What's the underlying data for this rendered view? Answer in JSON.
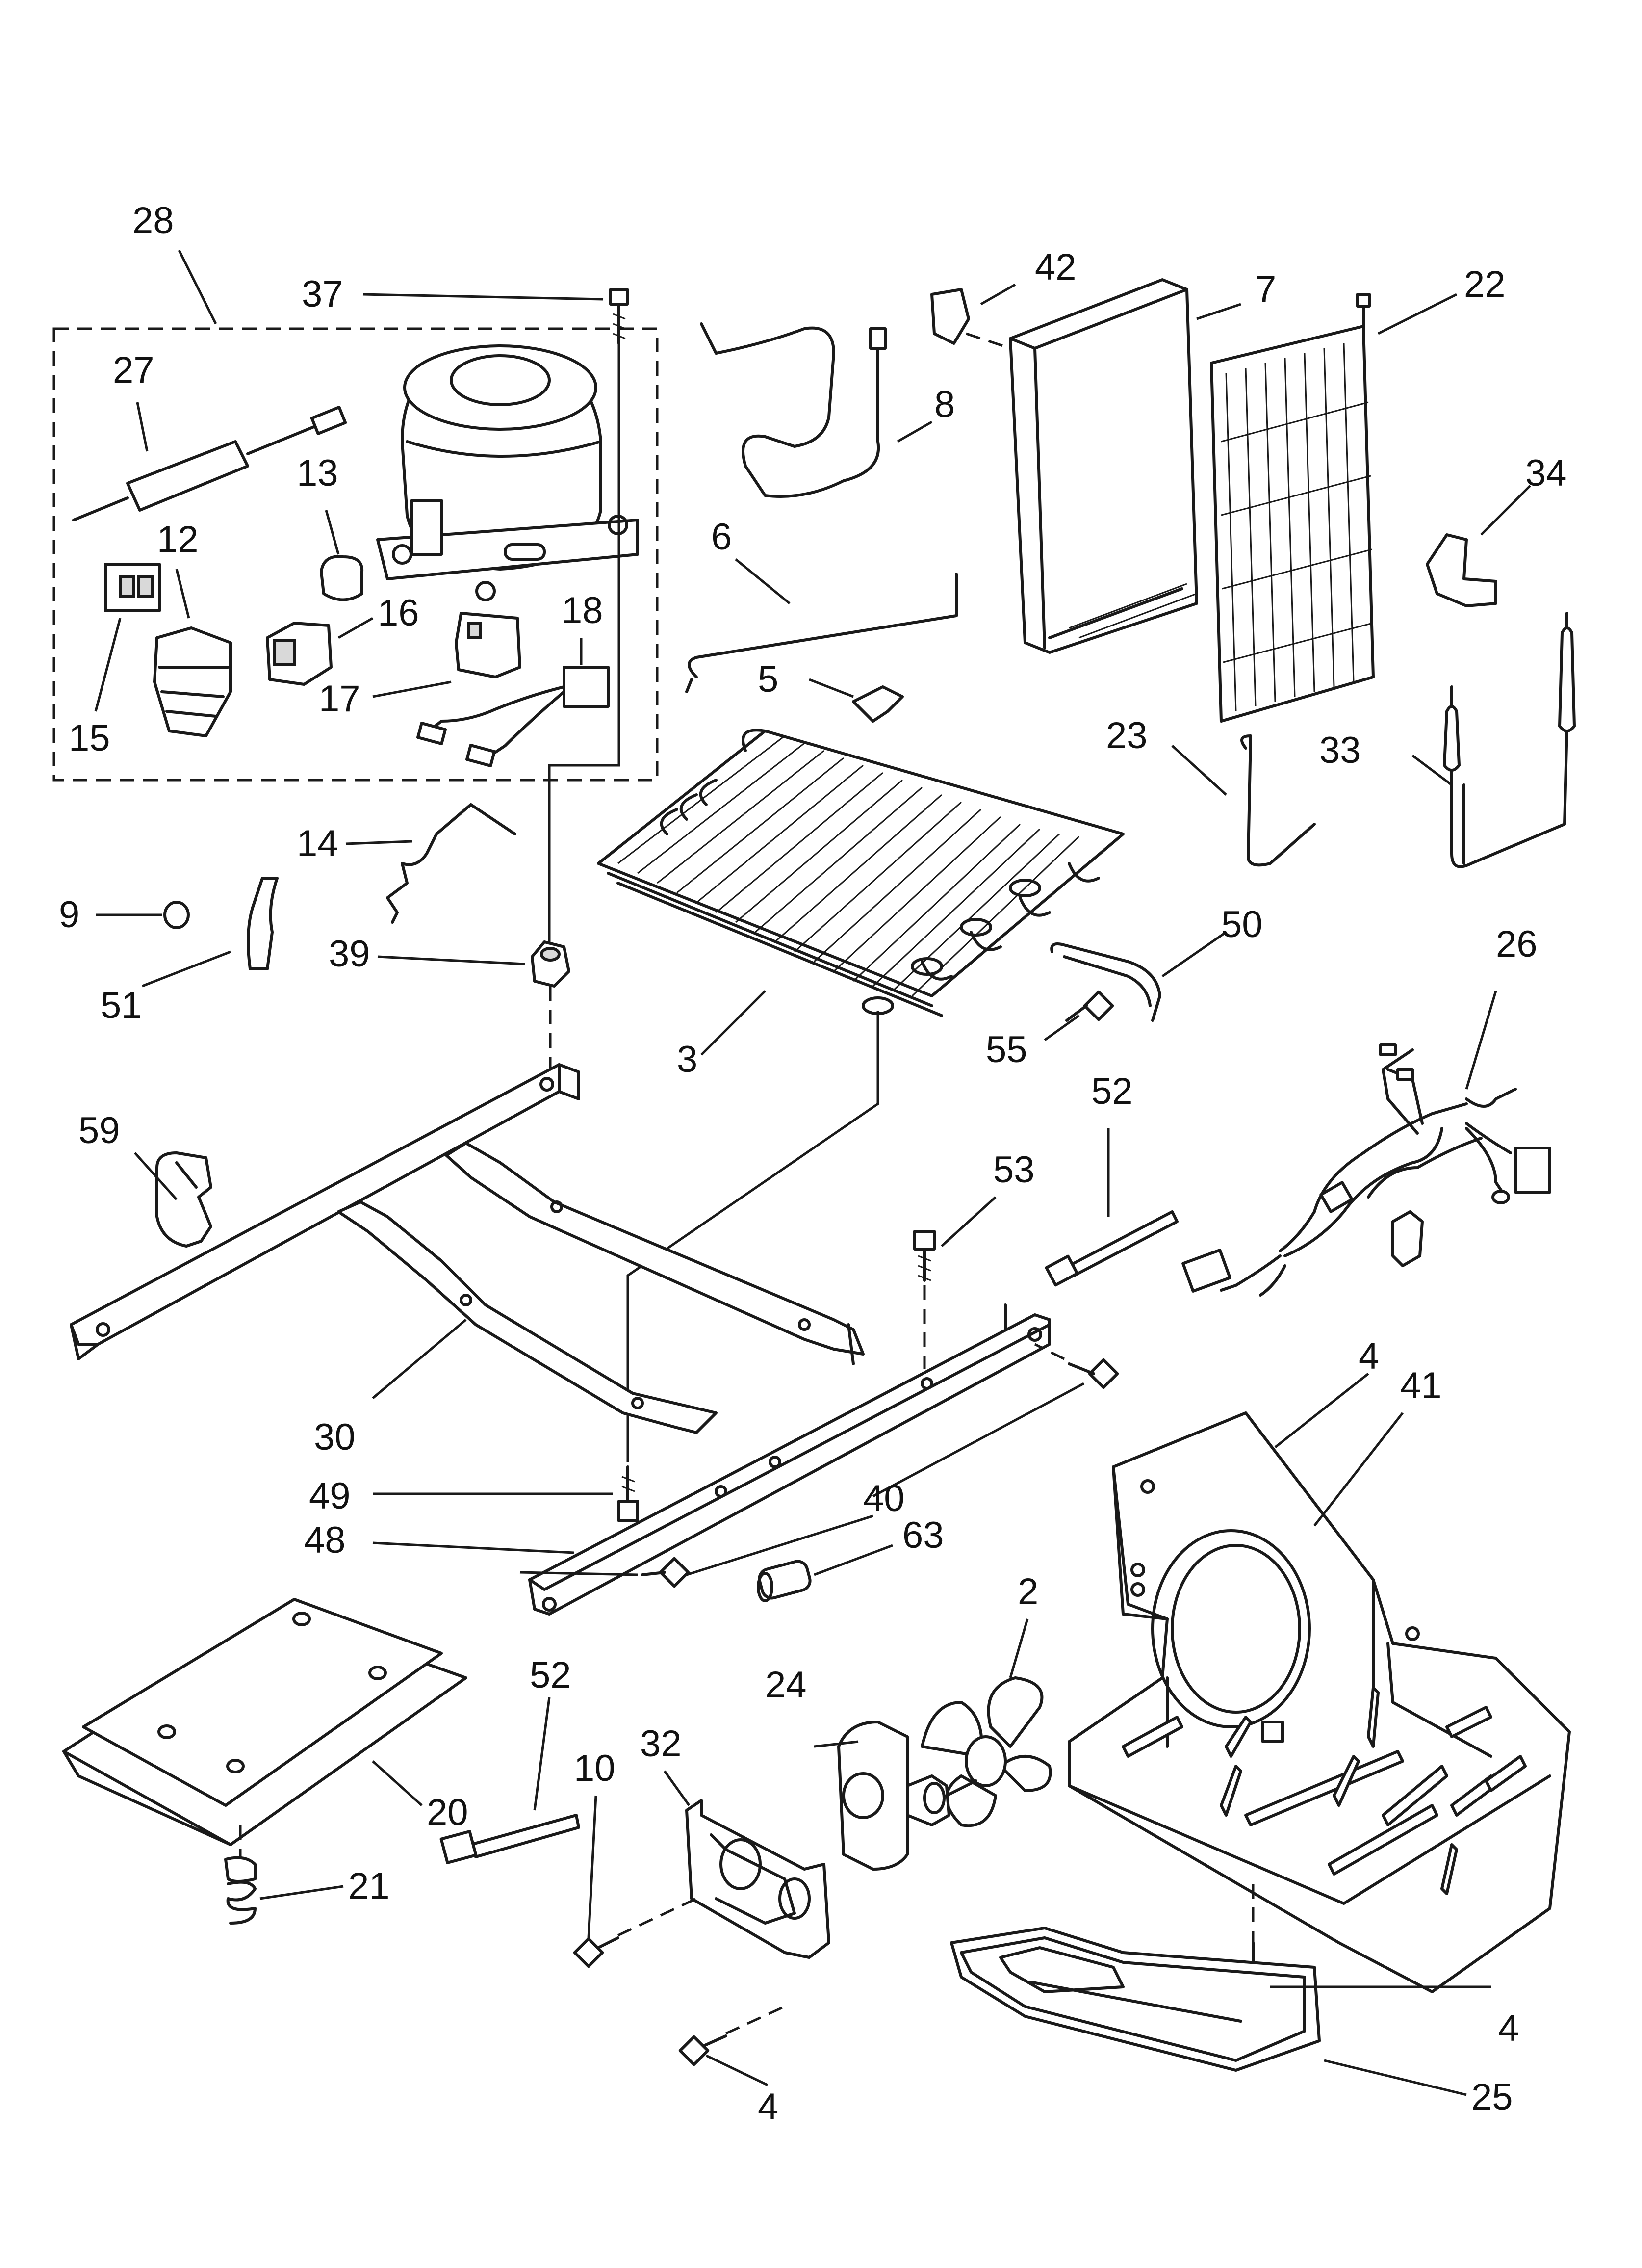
{
  "callouts": [
    {
      "id": "28",
      "text": "28"
    },
    {
      "id": "37",
      "text": "37"
    },
    {
      "id": "42",
      "text": "42"
    },
    {
      "id": "7",
      "text": "7"
    },
    {
      "id": "22",
      "text": "22"
    },
    {
      "id": "27",
      "text": "27"
    },
    {
      "id": "8",
      "text": "8"
    },
    {
      "id": "13",
      "text": "13"
    },
    {
      "id": "12",
      "text": "12"
    },
    {
      "id": "34",
      "text": "34"
    },
    {
      "id": "6",
      "text": "6"
    },
    {
      "id": "16",
      "text": "16"
    },
    {
      "id": "18",
      "text": "18"
    },
    {
      "id": "17",
      "text": "17"
    },
    {
      "id": "15",
      "text": "15"
    },
    {
      "id": "5",
      "text": "5"
    },
    {
      "id": "23",
      "text": "23"
    },
    {
      "id": "33",
      "text": "33"
    },
    {
      "id": "14",
      "text": "14"
    },
    {
      "id": "9",
      "text": "9"
    },
    {
      "id": "51",
      "text": "51"
    },
    {
      "id": "39",
      "text": "39"
    },
    {
      "id": "50",
      "text": "50"
    },
    {
      "id": "26",
      "text": "26"
    },
    {
      "id": "3",
      "text": "3"
    },
    {
      "id": "55",
      "text": "55"
    },
    {
      "id": "52a",
      "text": "52"
    },
    {
      "id": "59",
      "text": "59"
    },
    {
      "id": "53",
      "text": "53"
    },
    {
      "id": "4a",
      "text": "4"
    },
    {
      "id": "41",
      "text": "41"
    },
    {
      "id": "30",
      "text": "30"
    },
    {
      "id": "49",
      "text": "49"
    },
    {
      "id": "40",
      "text": "40"
    },
    {
      "id": "63",
      "text": "63"
    },
    {
      "id": "48",
      "text": "48"
    },
    {
      "id": "2",
      "text": "2"
    },
    {
      "id": "52b",
      "text": "52"
    },
    {
      "id": "24",
      "text": "24"
    },
    {
      "id": "32",
      "text": "32"
    },
    {
      "id": "20",
      "text": "20"
    },
    {
      "id": "10",
      "text": "10"
    },
    {
      "id": "21",
      "text": "21"
    },
    {
      "id": "4b",
      "text": "4"
    },
    {
      "id": "25",
      "text": "25"
    },
    {
      "id": "4c",
      "text": "4"
    }
  ]
}
